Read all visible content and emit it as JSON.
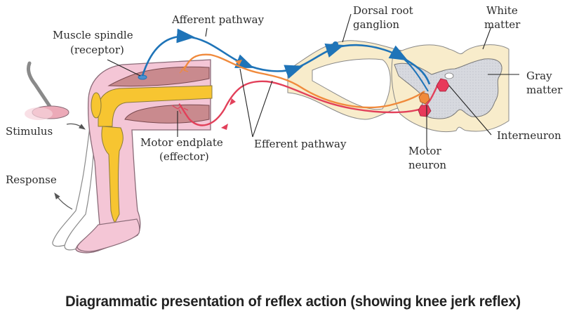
{
  "caption": "Diagrammatic presentation of reflex action (showing knee jerk reflex)",
  "labels": {
    "afferent_pathway": "Afferent pathway",
    "muscle_spindle_line1": "Muscle spindle",
    "muscle_spindle_line2": "(receptor)",
    "dorsal_root_line1": "Dorsal root",
    "dorsal_root_line2": "ganglion",
    "white_matter_line1": "White",
    "white_matter_line2": "matter",
    "gray_matter_line1": "Gray",
    "gray_matter_line2": "matter",
    "interneuron": "Interneuron",
    "motor_neuron_line1": "Motor",
    "motor_neuron_line2": "neuron",
    "efferent_pathway": "Efferent pathway",
    "motor_endplate_line1": "Motor endplate",
    "motor_endplate_line2": "(effector)",
    "stimulus": "Stimulus",
    "response": "Response"
  },
  "colors": {
    "afferent": "#1f74b8",
    "efferent_orange": "#f08a3c",
    "efferent_red": "#e2405a",
    "skin": "#f4c6d6",
    "bone": "#f7c531",
    "muscle": "#c98a8e",
    "white_matter": "#f8eccb",
    "gray_matter": "#d7d9df",
    "neuron": "#e8395a"
  }
}
